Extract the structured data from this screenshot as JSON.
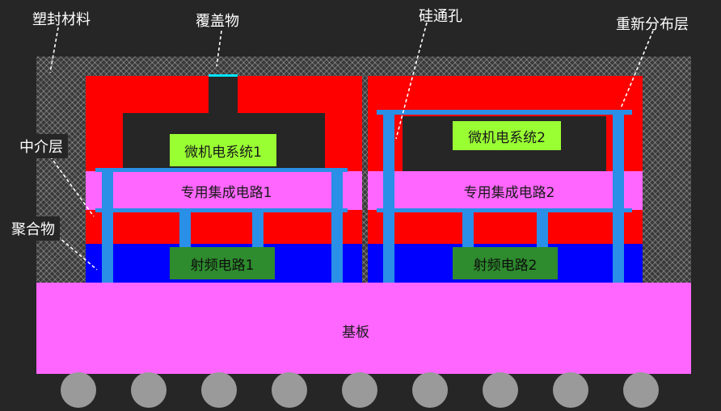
{
  "labels": {
    "mold_material": "塑封材料",
    "cover": "覆盖物",
    "tsv": "硅通孔",
    "redistribution_layer": "重新分布层",
    "interposer": "中介层",
    "polymer": "聚合物",
    "mems1": "微机电系统1",
    "mems2": "微机电系统2",
    "asic1": "专用集成电路1",
    "asic2": "专用集成电路2",
    "rf1": "射频电路1",
    "rf2": "射频电路2",
    "substrate": "基板"
  },
  "colors": {
    "background": "#262626",
    "die": "#ff0000",
    "asic": "#ff66ff",
    "rf_layer": "#0000ff",
    "via": "#2a8fe6",
    "mems_label": "#99ff33",
    "rf_label": "#2e8b2e",
    "substrate": "#ff66ff",
    "solder_ball": "#9a9a9a"
  }
}
